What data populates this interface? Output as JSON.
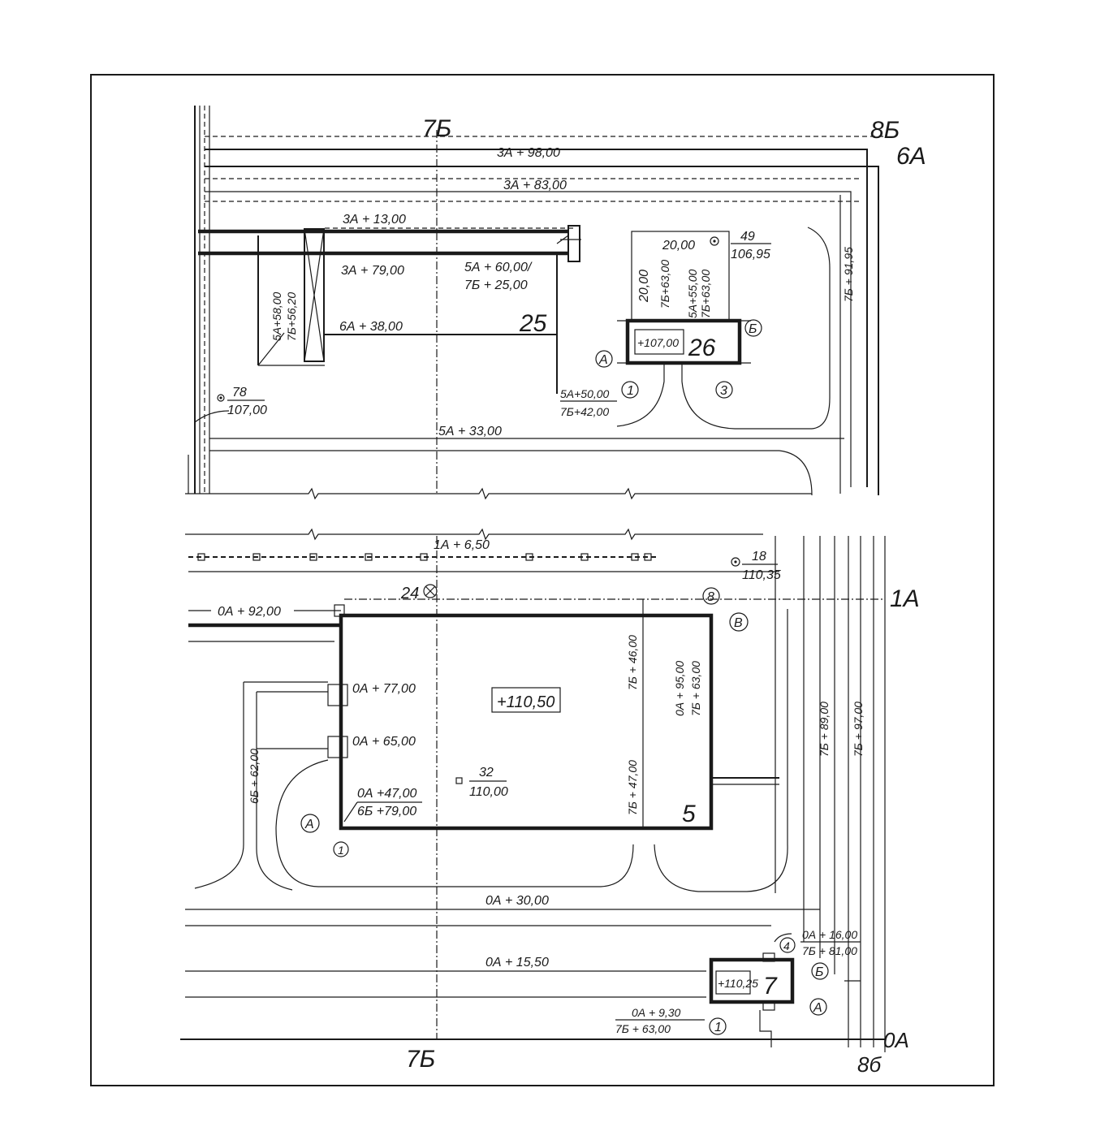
{
  "axes": {
    "top_7b": "7Б",
    "top_8b": "8Б",
    "top_6a": "6А",
    "axis_1a": "1А",
    "bottom_7b": "7Б",
    "bottom_0a": "0А",
    "bottom_8b": "8б"
  },
  "upper_plan": {
    "lines": {
      "l1": "3А + 98,00",
      "l2": "3А + 83,00",
      "l3": "3А + 13,00",
      "l4": "3А + 79,00",
      "l5a": "5А + 60,00/",
      "l5b": "7Б + 25,00",
      "l6": "6А + 38,00",
      "l7": "5А + 33,00"
    },
    "rotated": {
      "r1": "5А+58,00",
      "r2": "7Б+56,20"
    },
    "building_25": {
      "number": "25"
    },
    "building_26": {
      "number": "26",
      "elevation": "+107,00",
      "dim_width": "20,00",
      "dim_height": "20,00",
      "coord_a": "7Б+63,00",
      "coord_b1": "5А+55,00",
      "coord_b2": "7Б+63,00",
      "corner_a": "5А+50,00",
      "corner_b": "7Б+42,00",
      "marker_a": "А",
      "marker_b": "Б",
      "marker_1": "1",
      "marker_3": "3"
    },
    "benchmark_49": {
      "top": "49",
      "bottom": "106,95"
    },
    "benchmark_78": {
      "top": "78",
      "bottom": "107,00"
    },
    "right_dim": "7Б + 91,95"
  },
  "lower_plan": {
    "fence": "1А + 6,50",
    "point_24": "24",
    "line_0a92": "0А + 92,00",
    "building_5": {
      "number": "5",
      "elevation": "+110,50",
      "mark_77": "0А + 77,00",
      "mark_65": "0А + 65,00",
      "corner_a1": "0А +47,00",
      "corner_a2": "6Б +79,00",
      "dim_46": "7Б + 46,00",
      "dim_47": "7Б + 47,00",
      "corner_b1": "0А + 95,00",
      "corner_b2": "7Б + 63,00",
      "marker_a": "А",
      "marker_b": "В",
      "marker_8": "8",
      "marker_1": "1"
    },
    "benchmark_32": {
      "top": "32",
      "bottom": "110,00"
    },
    "benchmark_18": {
      "top": "18",
      "bottom": "110,35"
    },
    "left_dim": "6Б + 62,00",
    "road_30": "0А + 30,00",
    "road_15": "0А + 15,50",
    "right_89": "7Б + 89,00",
    "right_97": "7Б + 97,00",
    "building_7": {
      "number": "7",
      "elevation": "+110,25",
      "c1a": "0А + 16,00",
      "c1b": "7Б + 81,00",
      "c2a": "0А + 9,30",
      "c2b": "7Б + 63,00",
      "marker_4": "4",
      "marker_1": "1",
      "marker_a": "А",
      "marker_b": "Б"
    }
  }
}
